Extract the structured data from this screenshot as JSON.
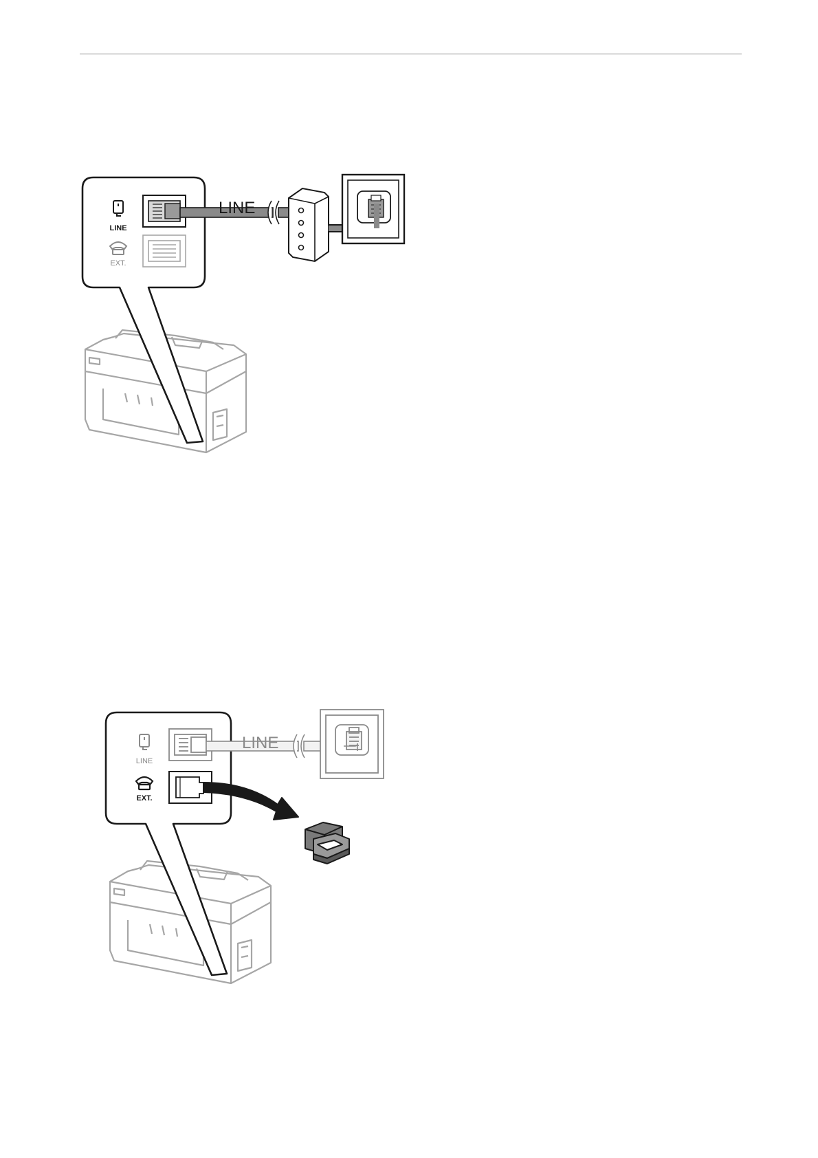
{
  "figure1": {
    "cable_label": "LINE",
    "port_line_label": "LINE",
    "port_ext_label": "EXT."
  },
  "figure2": {
    "cable_label": "LINE",
    "port_line_label": "LINE",
    "port_ext_label": "EXT."
  },
  "colors": {
    "rule": "#8c8c8c",
    "outline": "#1a1a1a",
    "printer_outline": "#a6a6a6",
    "cable_dark": "#8a8a8a",
    "cable_light": "#f2f2f2",
    "cap_fill": "#7a7a7a"
  },
  "icons": [
    "line-port-icon",
    "ext-phone-icon",
    "phone-jack-icon",
    "splitter-icon",
    "cap-icon",
    "arrow-icon"
  ]
}
